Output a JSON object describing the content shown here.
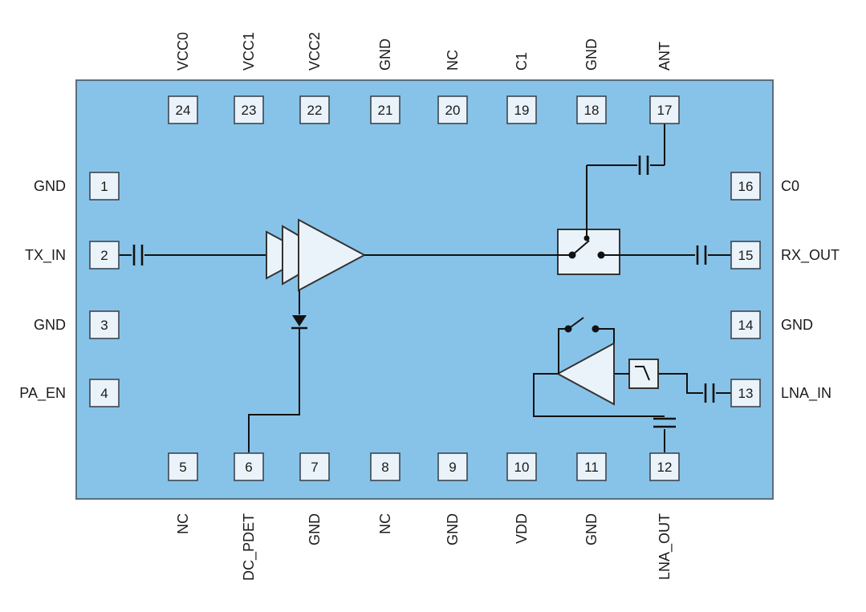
{
  "pins": {
    "top": [
      {
        "number": "24",
        "label": "VCC0"
      },
      {
        "number": "23",
        "label": "VCC1"
      },
      {
        "number": "22",
        "label": "VCC2"
      },
      {
        "number": "21",
        "label": "GND"
      },
      {
        "number": "20",
        "label": "NC"
      },
      {
        "number": "19",
        "label": "C1"
      },
      {
        "number": "18",
        "label": "GND"
      },
      {
        "number": "17",
        "label": "ANT"
      }
    ],
    "left": [
      {
        "number": "1",
        "label": "GND"
      },
      {
        "number": "2",
        "label": "TX_IN"
      },
      {
        "number": "3",
        "label": "GND"
      },
      {
        "number": "4",
        "label": "PA_EN"
      }
    ],
    "right": [
      {
        "number": "16",
        "label": "C0"
      },
      {
        "number": "15",
        "label": "RX_OUT"
      },
      {
        "number": "14",
        "label": "GND"
      },
      {
        "number": "13",
        "label": "LNA_IN"
      }
    ],
    "bottom": [
      {
        "number": "5",
        "label": "NC"
      },
      {
        "number": "6",
        "label": "DC_PDET"
      },
      {
        "number": "7",
        "label": "GND"
      },
      {
        "number": "8",
        "label": "NC"
      },
      {
        "number": "9",
        "label": "GND"
      },
      {
        "number": "10",
        "label": "VDD"
      },
      {
        "number": "11",
        "label": "GND"
      },
      {
        "number": "12",
        "label": "LNA_OUT"
      }
    ]
  },
  "colors": {
    "chip_fill": "#87C3E8",
    "chip_border": "#5B6E7C",
    "pin_fill": "#EBF3FA",
    "pin_border": "#3C4650",
    "wire": "#111111"
  }
}
